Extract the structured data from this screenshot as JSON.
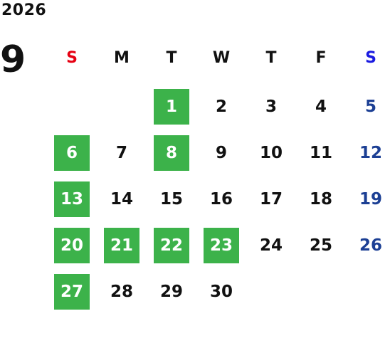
{
  "year": "2026",
  "month": "9",
  "colors": {
    "highlight": "#3cb24a",
    "sunday_header": "#e60012",
    "saturday_header": "#1a1ae0",
    "saturday_day": "#1c3f94",
    "default": "#111111"
  },
  "weekdays": [
    "S",
    "M",
    "T",
    "W",
    "T",
    "F",
    "S"
  ],
  "weeks": [
    [
      {
        "d": ""
      },
      {
        "d": ""
      },
      {
        "d": "1",
        "hl": true
      },
      {
        "d": "2"
      },
      {
        "d": "3"
      },
      {
        "d": "4"
      },
      {
        "d": "5",
        "sat": true
      }
    ],
    [
      {
        "d": "6",
        "hl": true
      },
      {
        "d": "7"
      },
      {
        "d": "8",
        "hl": true
      },
      {
        "d": "9"
      },
      {
        "d": "10"
      },
      {
        "d": "11"
      },
      {
        "d": "12",
        "sat": true
      }
    ],
    [
      {
        "d": "13",
        "hl": true
      },
      {
        "d": "14"
      },
      {
        "d": "15"
      },
      {
        "d": "16"
      },
      {
        "d": "17"
      },
      {
        "d": "18"
      },
      {
        "d": "19",
        "sat": true
      }
    ],
    [
      {
        "d": "20",
        "hl": true
      },
      {
        "d": "21",
        "hl": true
      },
      {
        "d": "22",
        "hl": true
      },
      {
        "d": "23",
        "hl": true
      },
      {
        "d": "24"
      },
      {
        "d": "25"
      },
      {
        "d": "26",
        "sat": true
      }
    ],
    [
      {
        "d": "27",
        "hl": true
      },
      {
        "d": "28"
      },
      {
        "d": "29"
      },
      {
        "d": "30"
      },
      {
        "d": ""
      },
      {
        "d": ""
      },
      {
        "d": ""
      }
    ]
  ]
}
